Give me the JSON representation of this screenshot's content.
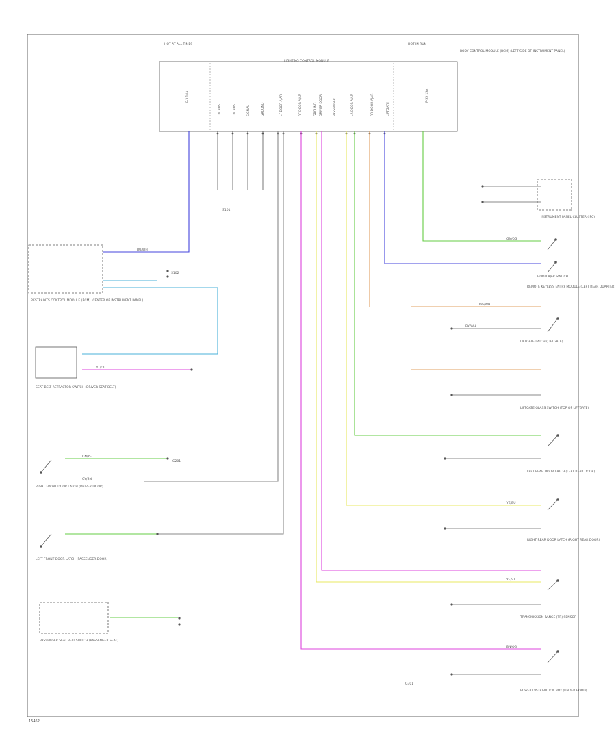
{
  "diagram": {
    "top_module": {
      "title": "LIGHTING CONTROL MODULE",
      "left_header": "HOT AT ALL TIMES",
      "right_header": "HOT IN RUN",
      "right_desc": "BODY CONTROL MODULE (BCM) (LEFT SIDE OF INSTRUMENT PANEL)",
      "pin_labels": [
        "F-3 10A",
        "LIN BUS",
        "LIN BUS",
        "SIGNAL",
        "GROUND",
        "LF DOOR AJAR",
        "RF DOOR AJAR",
        "GROUND",
        "DRIVER DOOR",
        "PASSENGER",
        "LR DOOR AJAR",
        "RR DOOR AJAR",
        "LIFTGATE",
        "F-55 15A"
      ]
    },
    "components": {
      "c1": "RESTRAINTS CONTROL MODULE (RCM) (CENTER OF INSTRUMENT PANEL)",
      "c2": "SEAT BELT RETRACTOR SWITCH (DRIVER SEAT BELT)",
      "c3": "RIGHT FRONT DOOR LATCH (DRIVER DOOR)",
      "c4": "LEFT FRONT DOOR LATCH (PASSENGER DOOR)",
      "c5": "PASSENGER SEAT BELT SWITCH (PASSENGER SEAT)",
      "c6": "INSTRUMENT PANEL CLUSTER (IPC)",
      "c7": "HOOD AJAR SWITCH",
      "c8": "REMOTE KEYLESS ENTRY MODULE (LEFT REAR QUARTER)",
      "c9": "LIFTGATE LATCH (LIFTGATE)",
      "c10": "LIFTGATE GLASS SWITCH (TOP OF LIFTGATE)",
      "c11": "LEFT REAR DOOR LATCH (LEFT REAR DOOR)",
      "c12": "RIGHT REAR DOOR LATCH (RIGHT REAR DOOR)",
      "c13": "TRANSMISSION RANGE (TR) SENSOR",
      "c14": "POWER DISTRIBUTION BOX (UNDER HOOD)"
    },
    "wire_labels": {
      "w_bu": "BU/WH",
      "w_gn": "GN/OG",
      "w_vt": "VT/OG",
      "w_og": "OG/WH",
      "w_ye": "YE/BU",
      "w_gy": "GY/BN",
      "w_bk": "BK/WH",
      "w_ye2": "YE/VT",
      "w_gn2": "GN/YE",
      "w_bn": "BN/OG"
    },
    "splice_labels": {
      "s1": "S101",
      "s2": "S102",
      "s3": "G201",
      "s4": "G301"
    },
    "footer": "15462"
  }
}
